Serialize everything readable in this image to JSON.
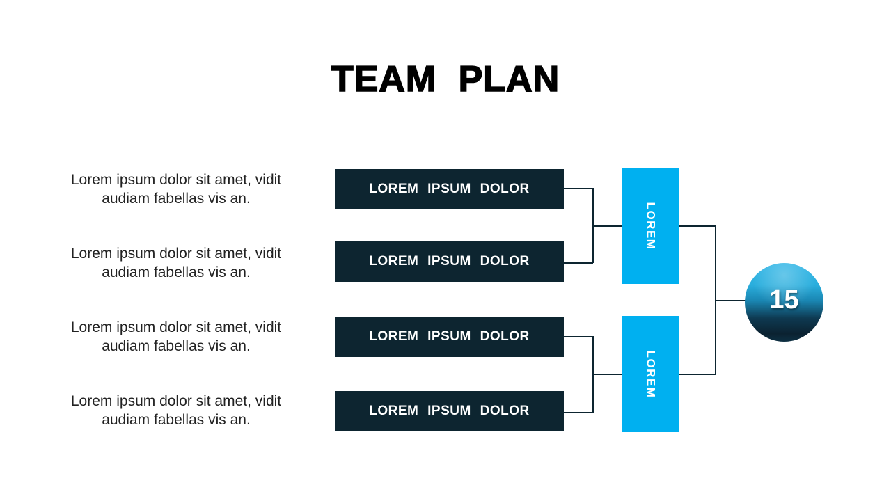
{
  "title": "TEAM PLAN",
  "left_paragraphs": [
    {
      "line1": "Lorem ipsum dolor sit amet, vidit",
      "line2": "audiam fabellas vis an."
    },
    {
      "line1": "Lorem ipsum dolor sit amet, vidit",
      "line2": "audiam fabellas vis an."
    },
    {
      "line1": "Lorem ipsum dolor sit amet, vidit",
      "line2": "audiam fabellas vis an."
    },
    {
      "line1": "Lorem ipsum dolor sit amet, vidit",
      "line2": "audiam fabellas vis an."
    }
  ],
  "process_boxes": [
    {
      "label": "LOREM IPSUM DOLOR"
    },
    {
      "label": "LOREM IPSUM DOLOR"
    },
    {
      "label": "LOREM IPSUM DOLOR"
    },
    {
      "label": "LOREM IPSUM DOLOR"
    }
  ],
  "group_boxes": [
    {
      "label": "LOREM"
    },
    {
      "label": "LOREM"
    }
  ],
  "badge": {
    "value": "15"
  },
  "colors": {
    "dark_box": "#0d2530",
    "accent_cyan": "#00b0f0",
    "connector": "#0d2530",
    "sphere_top": "#2fb5e6",
    "sphere_bottom": "#0b2231",
    "body_text": "#222222",
    "title_text": "#000000"
  }
}
